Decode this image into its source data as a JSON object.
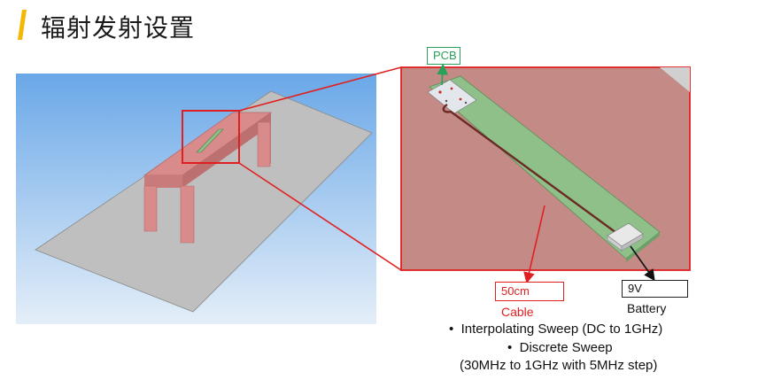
{
  "slide": {
    "title": "辐射发射设置",
    "accent_color": "#f5b800"
  },
  "labels": {
    "pcb": "PCB",
    "cable_tag": "50cm",
    "cable_caption": "Cable",
    "battery_tag": "9V",
    "battery_caption": "Battery"
  },
  "bullets": [
    {
      "bullet": "•",
      "text": "Interpolating Sweep (DC to 1GHz)"
    },
    {
      "bullet": "•",
      "text": "Discrete Sweep"
    },
    {
      "bullet": "",
      "text": "(30MHz to 1GHz with 5MHz step)"
    }
  ],
  "colors": {
    "sky_top": "#6aa8e8",
    "sky_bottom": "#e4eef8",
    "ground": "#bfbfbf",
    "table": "#d98a8a",
    "pcb_board": "#8fc08a",
    "cable": "#6b2a24",
    "highlight": "#e02020",
    "pcb_label": "#2aa05a"
  }
}
